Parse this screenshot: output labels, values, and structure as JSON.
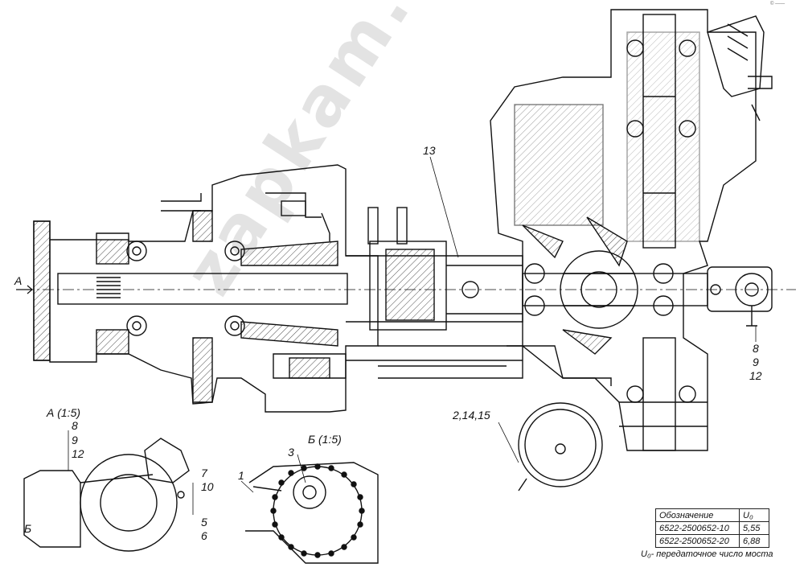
{
  "callouts": {
    "c13": "13",
    "c8_right": "8",
    "c9_right": "9",
    "c12_right": "12",
    "c2_14_15": "2,14,15",
    "view_a": "А (1:5)",
    "c8_left": "8",
    "c9_left": "9",
    "c12_left": "12",
    "c7": "7",
    "c10": "10",
    "c5": "5",
    "c6": "6",
    "view_b_label": "Б",
    "view_b": "Б (1:5)",
    "c3": "3",
    "c1": "1",
    "arrow_a": "А"
  },
  "spec_table": {
    "header_designation": "Обозначение",
    "header_ratio": "U₀",
    "rows": [
      {
        "designation": "6522-2500652-10",
        "ratio": "5,55"
      },
      {
        "designation": "6522-2500652-20",
        "ratio": "6,88"
      }
    ],
    "note": "U₀- передаточное число моста"
  },
  "watermark": "zapkam.ru",
  "corner_mark": "© ——"
}
